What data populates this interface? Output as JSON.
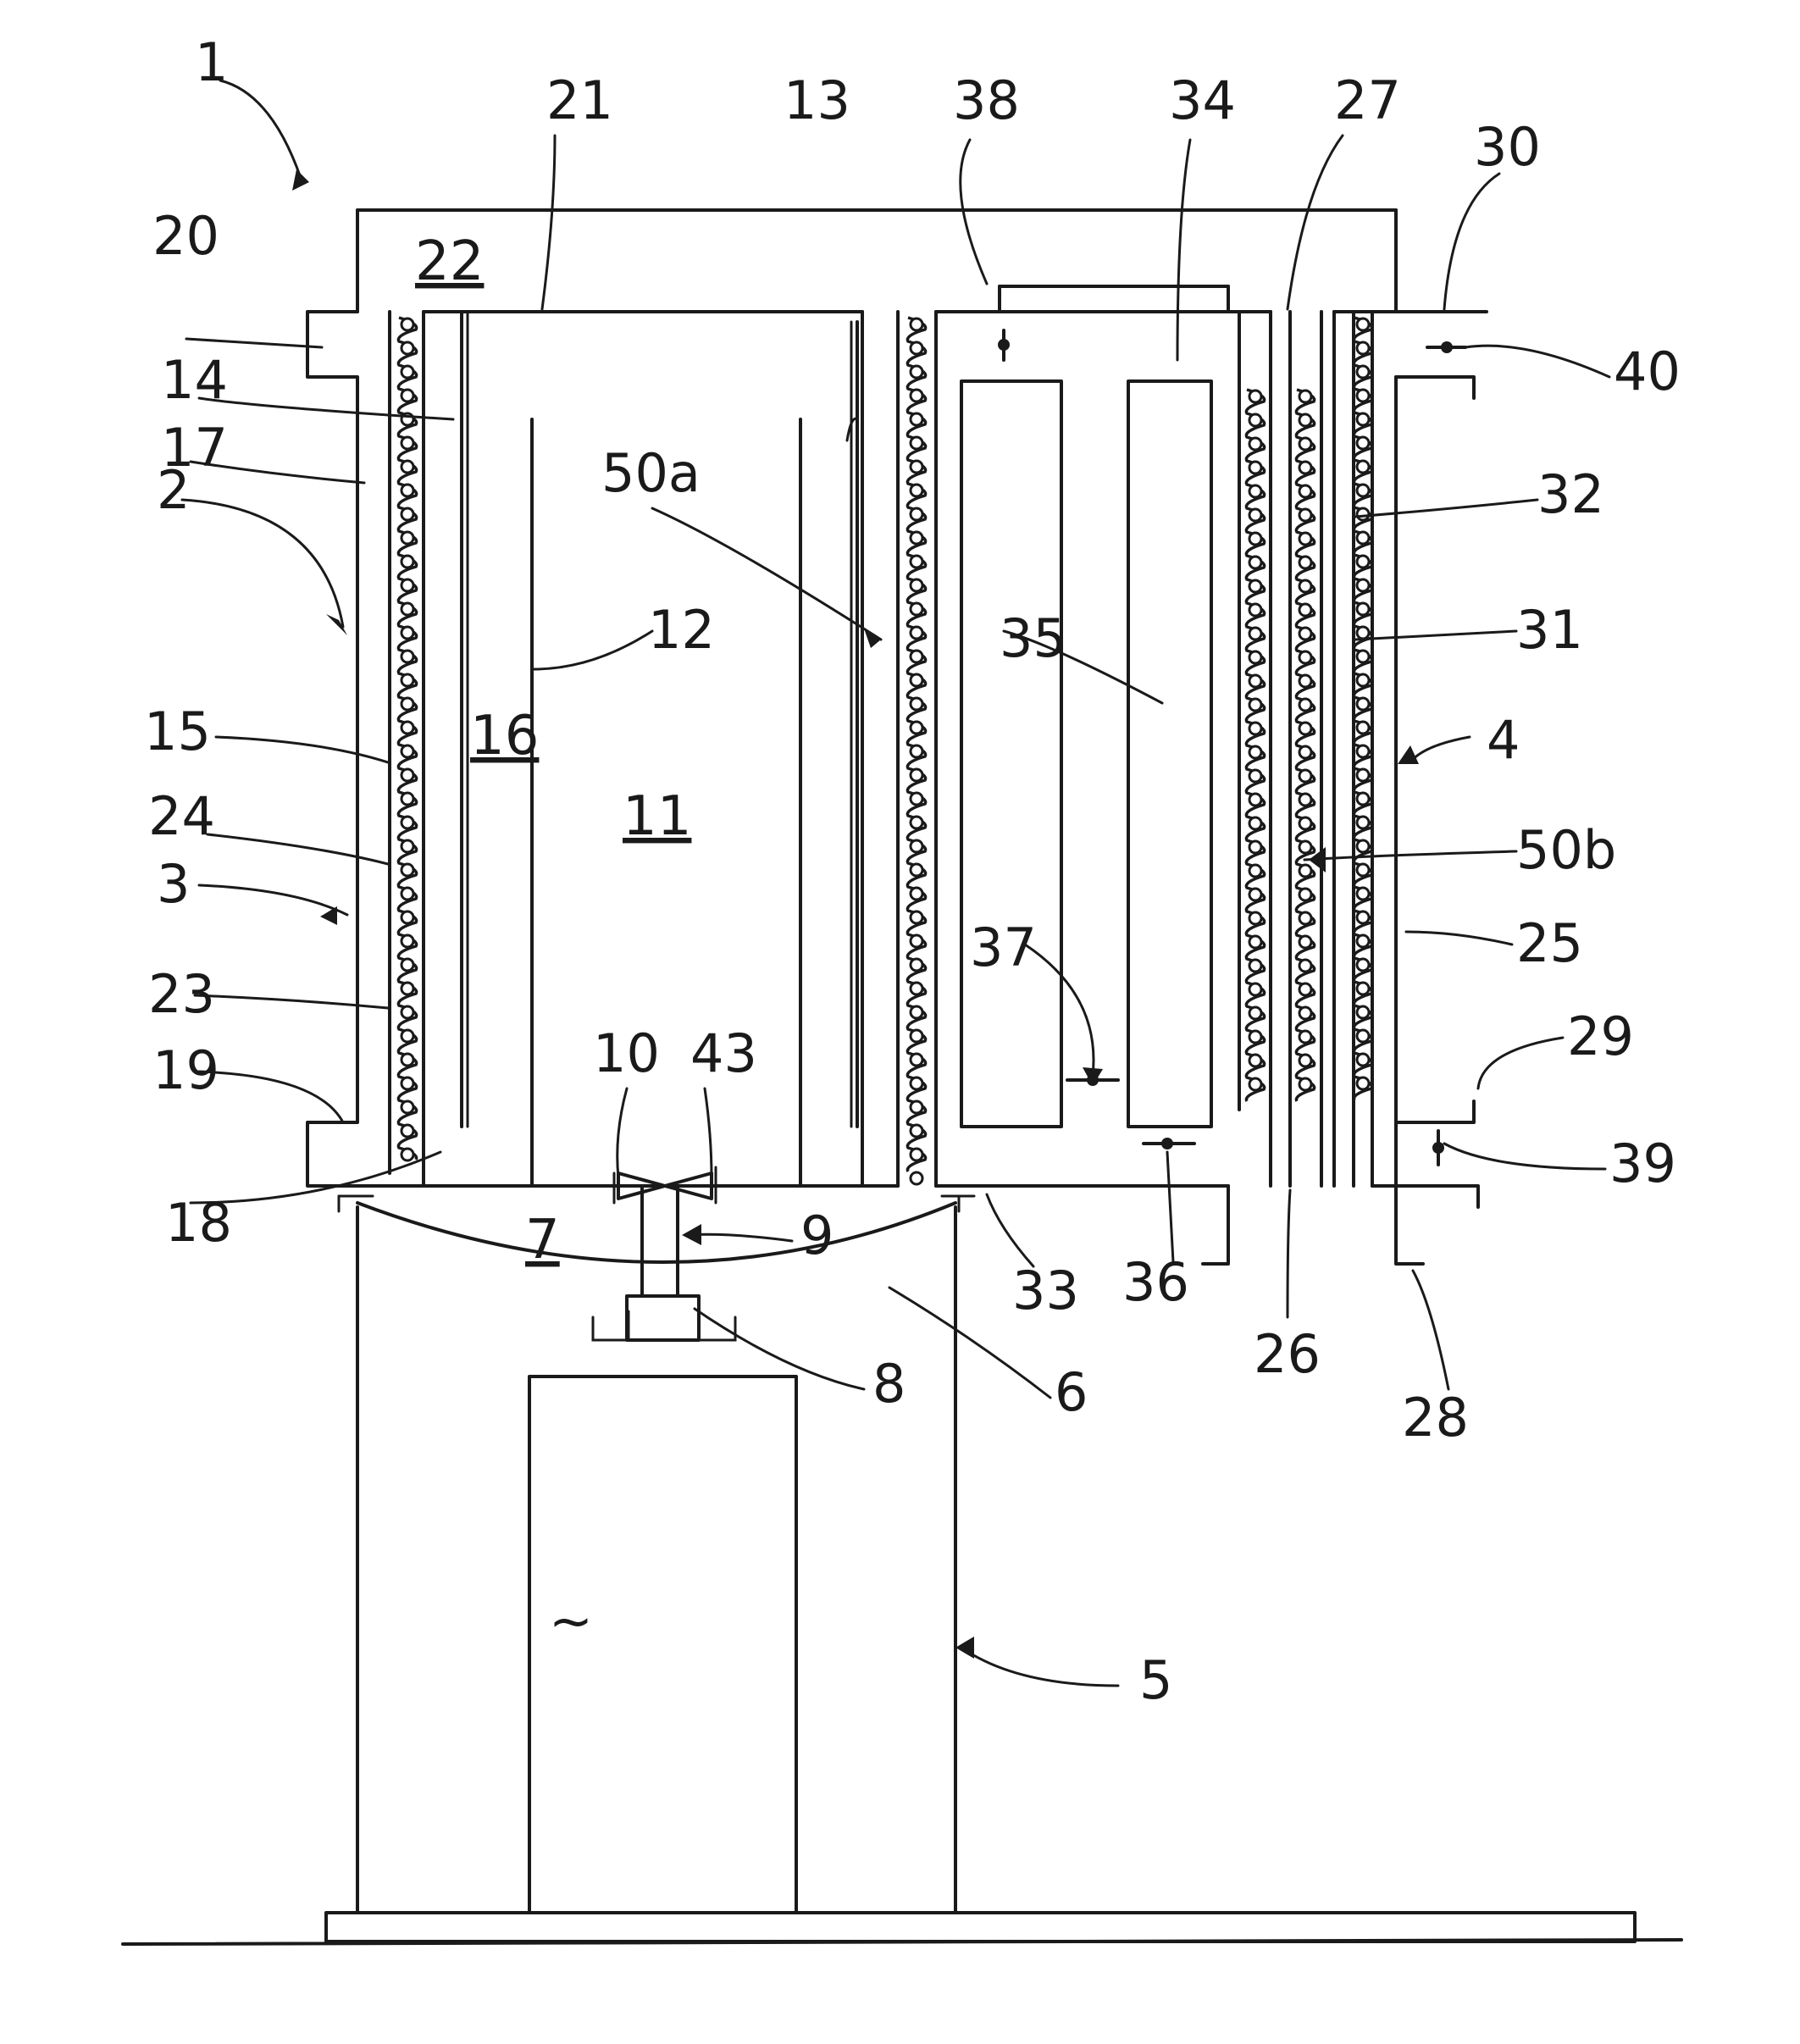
{
  "figure": {
    "reference_numerals": [
      {
        "id": "n1",
        "text": "1"
      },
      {
        "id": "n2",
        "text": "2"
      },
      {
        "id": "n3",
        "text": "3"
      },
      {
        "id": "n4",
        "text": "4"
      },
      {
        "id": "n5",
        "text": "5"
      },
      {
        "id": "n6",
        "text": "6"
      },
      {
        "id": "n8",
        "text": "8"
      },
      {
        "id": "n9",
        "text": "9"
      },
      {
        "id": "n10",
        "text": "10"
      },
      {
        "id": "n12",
        "text": "12"
      },
      {
        "id": "n13",
        "text": "13"
      },
      {
        "id": "n14",
        "text": "14"
      },
      {
        "id": "n15",
        "text": "15"
      },
      {
        "id": "n17",
        "text": "17"
      },
      {
        "id": "n18",
        "text": "18"
      },
      {
        "id": "n19",
        "text": "19"
      },
      {
        "id": "n20",
        "text": "20"
      },
      {
        "id": "n21",
        "text": "21"
      },
      {
        "id": "n23",
        "text": "23"
      },
      {
        "id": "n24",
        "text": "24"
      },
      {
        "id": "n25",
        "text": "25"
      },
      {
        "id": "n26",
        "text": "26"
      },
      {
        "id": "n27",
        "text": "27"
      },
      {
        "id": "n28",
        "text": "28"
      },
      {
        "id": "n29",
        "text": "29"
      },
      {
        "id": "n30",
        "text": "30"
      },
      {
        "id": "n31",
        "text": "31"
      },
      {
        "id": "n32",
        "text": "32"
      },
      {
        "id": "n33",
        "text": "33"
      },
      {
        "id": "n34",
        "text": "34"
      },
      {
        "id": "n35",
        "text": "35"
      },
      {
        "id": "n36",
        "text": "36"
      },
      {
        "id": "n37",
        "text": "37"
      },
      {
        "id": "n38",
        "text": "38"
      },
      {
        "id": "n39",
        "text": "39"
      },
      {
        "id": "n40",
        "text": "40"
      },
      {
        "id": "n43",
        "text": "43"
      },
      {
        "id": "n50a",
        "text": "50a"
      },
      {
        "id": "n50b",
        "text": "50b"
      }
    ],
    "area_labels": [
      {
        "id": "a7",
        "text": "7"
      },
      {
        "id": "a11",
        "text": "11"
      },
      {
        "id": "a16",
        "text": "16"
      },
      {
        "id": "a22",
        "text": "22"
      }
    ],
    "symbols": {
      "tilde": "~"
    }
  }
}
